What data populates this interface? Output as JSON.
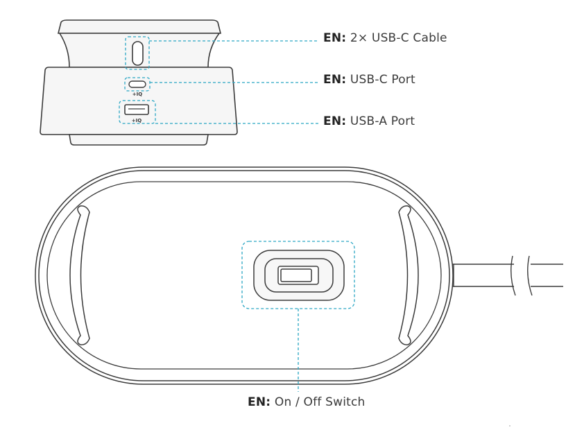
{
  "colors": {
    "outline": "#3a3a3a",
    "body_fill": "#f6f6f6",
    "callout_line": "#2aa6c4",
    "label_text": "#3a3a3a"
  },
  "port_marks": {
    "usb_c": "+IQ",
    "usb_a": "+IQ"
  },
  "callouts": {
    "cable": {
      "prefix": "EN:",
      "label": "2× USB-C Cable"
    },
    "usb_c": {
      "prefix": "EN:",
      "label": "USB-C Port"
    },
    "usb_a": {
      "prefix": "EN:",
      "label": "USB-A Port"
    },
    "switch": {
      "prefix": "EN:",
      "label": "On / Off Switch"
    }
  }
}
